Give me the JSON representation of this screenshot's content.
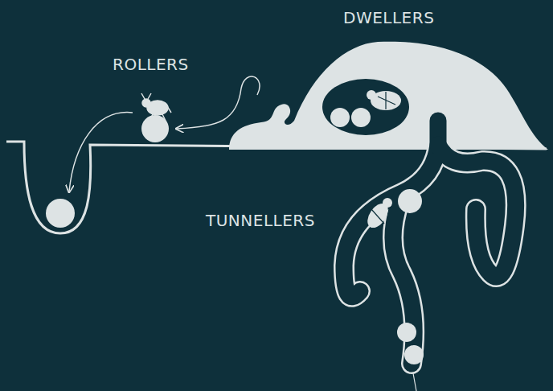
{
  "diagram": {
    "labels": [
      "DWELLERS",
      "ROLLERS",
      "TUNNELLERS"
    ]
  }
}
